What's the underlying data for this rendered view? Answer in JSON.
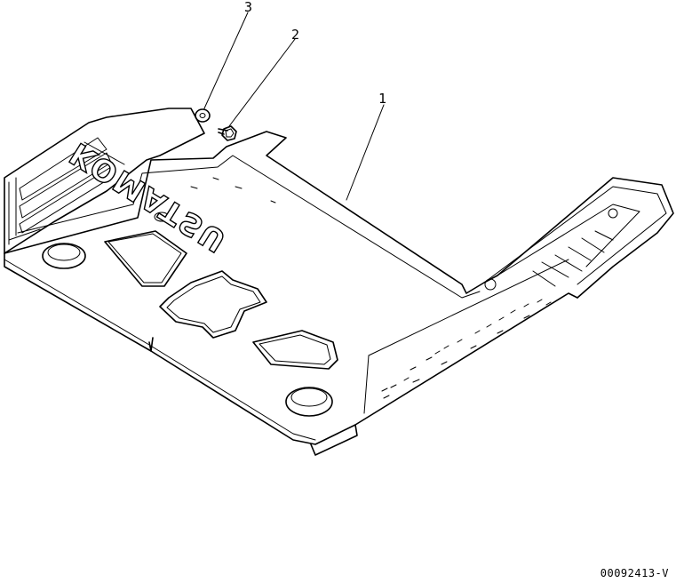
{
  "callouts": [
    {
      "label": "1",
      "part": "floor-mat"
    },
    {
      "label": "2",
      "part": "bolt"
    },
    {
      "label": "3",
      "part": "washer"
    }
  ],
  "logo_text": "KOMATSU",
  "drawing_number": "00092413-V"
}
